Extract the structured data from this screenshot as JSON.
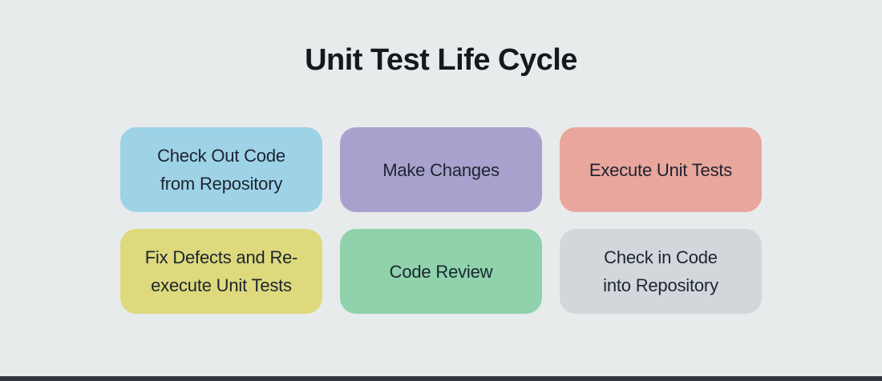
{
  "page": {
    "title": "Unit Test Life Cycle"
  },
  "colors": {
    "background": "#e8ebeb",
    "title_text": "#15191e",
    "box_text": "#1c2530",
    "bottom_bar": "#2f353b"
  },
  "boxes": [
    {
      "name": "check-out-code-from-repository",
      "line1": "Check Out Code",
      "line2": "from Repository",
      "color": "#9ed2e7"
    },
    {
      "name": "make-changes",
      "line1": "Make Changes",
      "line2": "",
      "color": "#a9a1cd"
    },
    {
      "name": "execute-unit-tests",
      "line1": "Execute Unit Tests",
      "line2": "",
      "color": "#e9a69c"
    },
    {
      "name": "fix-defects-reexecute",
      "line1": "Fix Defects and Re-",
      "line2": "execute Unit Tests",
      "color": "#ded97c"
    },
    {
      "name": "code-review",
      "line1": "Code Review",
      "line2": "",
      "color": "#8fd2ac"
    },
    {
      "name": "check-in-code-into-repository",
      "line1": "Check in Code",
      "line2": "into Repository",
      "color": "#d3d7db"
    }
  ]
}
